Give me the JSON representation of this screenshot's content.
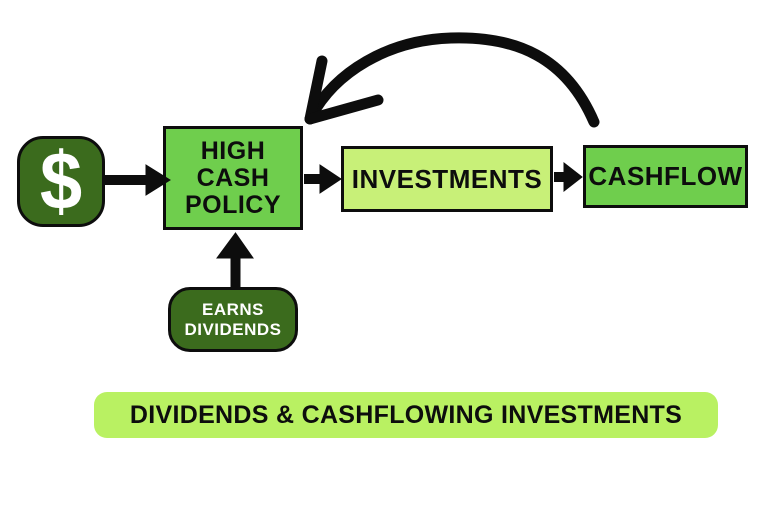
{
  "diagram_type": "flowchart",
  "nodes": {
    "dollar_icon": {
      "glyph": "$",
      "color": "#3b6b1d",
      "glyph_color": "#ffffff"
    },
    "high_cash_policy": {
      "line1": "HIGH",
      "line2": "CASH",
      "line3": "POLICY",
      "color": "#6fce4d"
    },
    "investments": {
      "label": "INVESTMENTS",
      "color": "#c8f078"
    },
    "cashflow": {
      "label": "CASHFLOW",
      "color": "#6fce4d"
    },
    "earns_dividends": {
      "line1": "EARNS",
      "line2": "DIVIDENDS",
      "color": "#3b6b1d",
      "text_color": "#ffffff"
    }
  },
  "banner": {
    "label": "DIVIDENDS & CASHFLOWING INVESTMENTS",
    "color": "#b9f162"
  },
  "edges": [
    {
      "from": "dollar_icon",
      "to": "high_cash_policy",
      "style": "straight-right"
    },
    {
      "from": "high_cash_policy",
      "to": "investments",
      "style": "straight-right"
    },
    {
      "from": "investments",
      "to": "cashflow",
      "style": "straight-right"
    },
    {
      "from": "earns_dividends",
      "to": "high_cash_policy",
      "style": "straight-up"
    },
    {
      "from": "cashflow",
      "to": "high_cash_policy",
      "style": "curved-feedback"
    }
  ],
  "colors": {
    "background": "#ffffff",
    "arrow": "#0d0d0d",
    "dark_green": "#3b6b1d",
    "medium_green": "#6fce4d",
    "light_green": "#c8f078",
    "banner_green": "#b9f162"
  }
}
